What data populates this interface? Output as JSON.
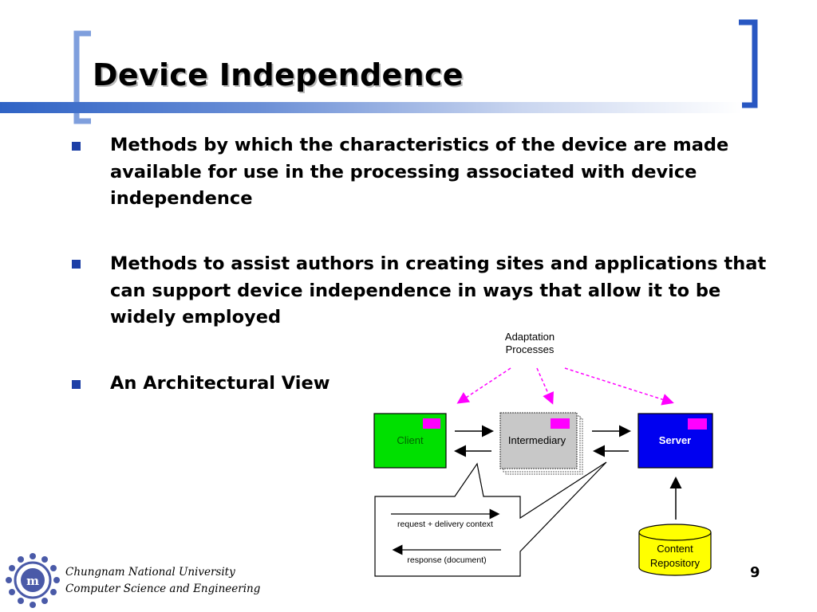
{
  "slide": {
    "title": "Device Independence",
    "page_number": "9"
  },
  "bullets": [
    "Methods by which the characteristics of the device are made available for use in the processing associated with device independence",
    "Methods to assist authors in creating sites and applications that can support device independence in ways that allow it to be widely employed",
    "An Architectural View"
  ],
  "diagram": {
    "adaptation_label_1": "Adaptation",
    "adaptation_label_2": "Processes",
    "client": "Client",
    "intermediary": "Intermediary",
    "server": "Server",
    "repository_1": "Content",
    "repository_2": "Repository",
    "request": "request + delivery context",
    "response": "response (document)"
  },
  "footer": {
    "university": "Chungnam National University",
    "department": "Computer Science and Engineering"
  },
  "colors": {
    "accent_blue": "#2f63c5",
    "bullet_blue": "#1d3fa6",
    "client_green": "#00e000",
    "server_blue": "#0000f0",
    "marker_magenta": "#ff00ff",
    "repository_yellow": "#ffff00"
  }
}
